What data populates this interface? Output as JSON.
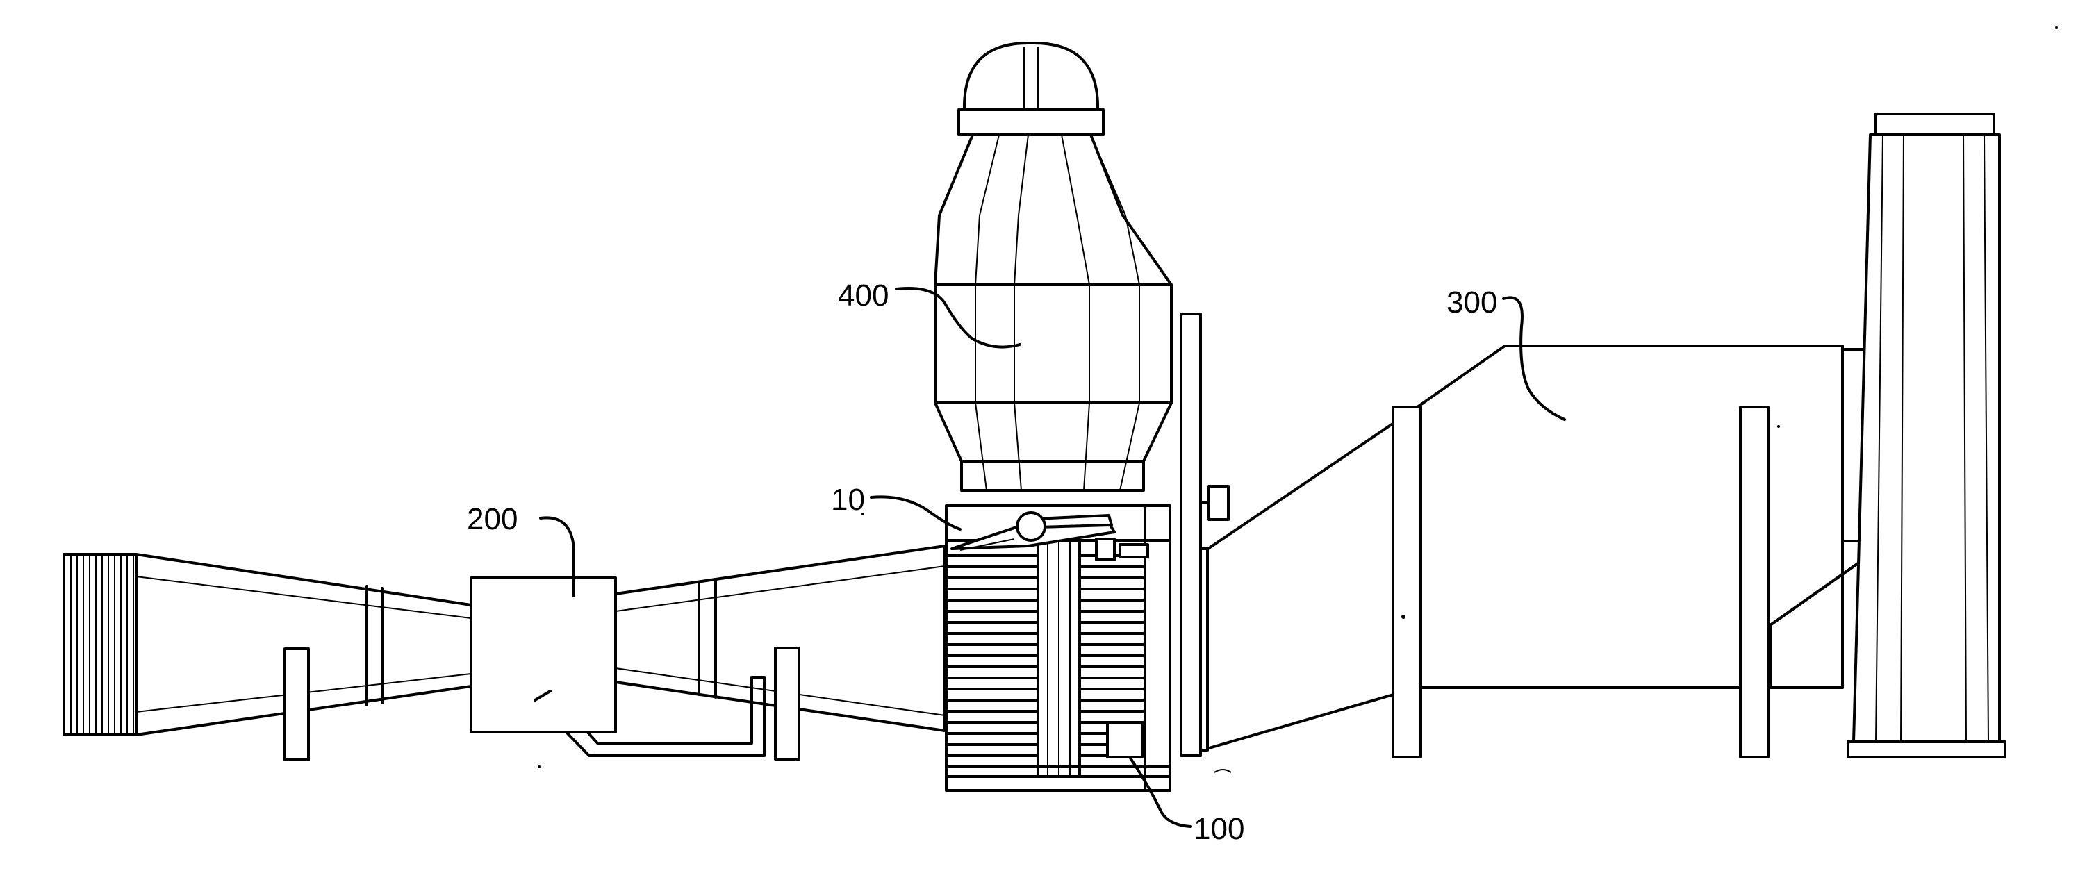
{
  "labels": {
    "part_10": "10",
    "part_100": "100",
    "part_200": "200",
    "part_300": "300",
    "part_400": "400"
  },
  "colors": {
    "stroke": "#000000",
    "background": "#ffffff"
  }
}
